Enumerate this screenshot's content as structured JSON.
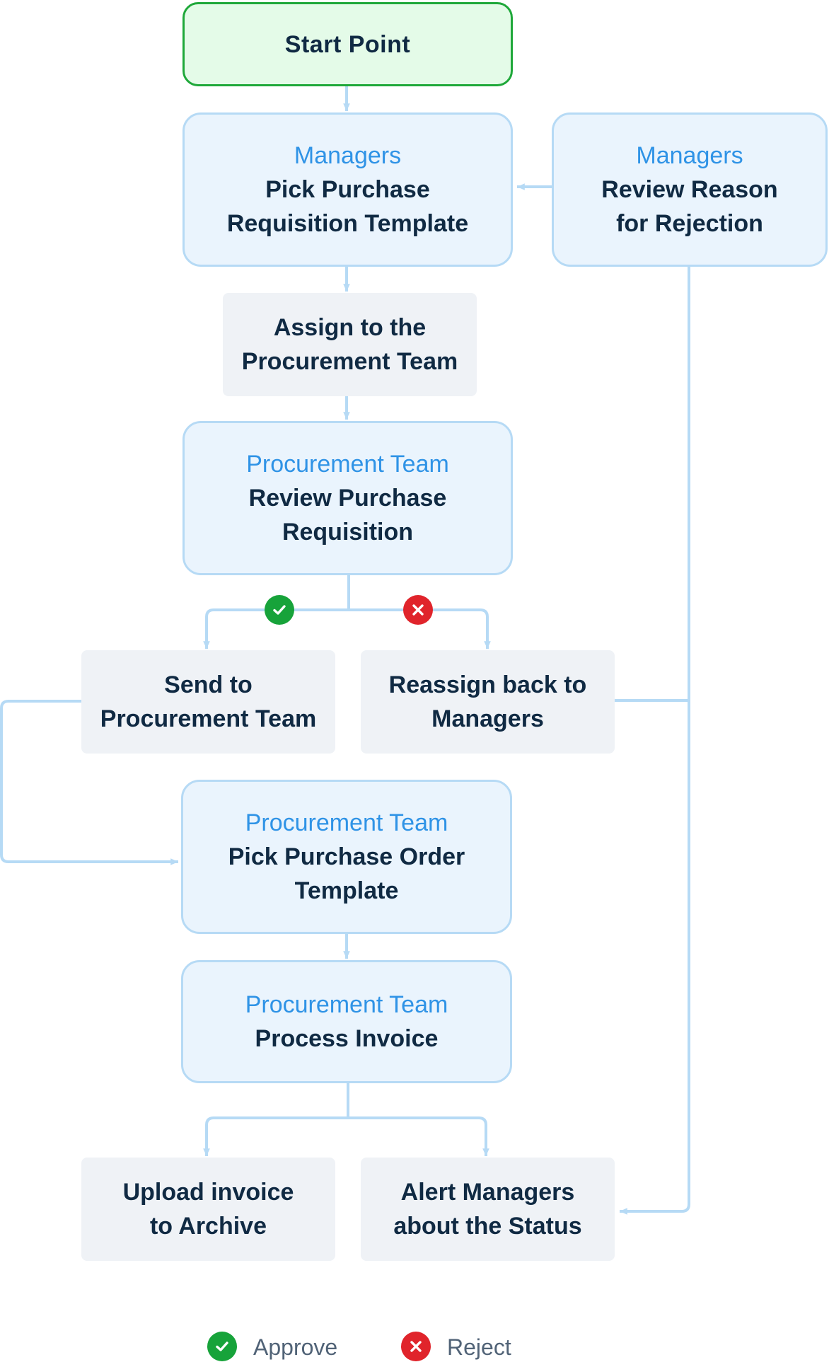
{
  "colors": {
    "connector": "#b6daf5",
    "approve": "#17a33a",
    "reject": "#e0242b",
    "role_label": "#2f93e6",
    "node_text": "#102a43",
    "start_fill": "#e4fbe8",
    "start_border": "#1fa83a",
    "role_fill": "#eaf4fd",
    "action_fill": "#eff2f6"
  },
  "nodes": {
    "start": {
      "text": "Start Point"
    },
    "pick_requisition": {
      "role": "Managers",
      "text": "Pick Purchase Requisition Template"
    },
    "review_rejection": {
      "role": "Managers",
      "text": "Review Reason for Rejection"
    },
    "assign_procurement": {
      "text": "Assign to the Procurement Team"
    },
    "review_requisition": {
      "role": "Procurement Team",
      "text": "Review Purchase Requisition"
    },
    "send_procurement": {
      "text": "Send to Procurement Team"
    },
    "reassign_managers": {
      "text": "Reassign back to Managers"
    },
    "pick_order": {
      "role": "Procurement Team",
      "text": "Pick Purchase Order Template"
    },
    "process_invoice": {
      "role": "Procurement Team",
      "text": "Process Invoice"
    },
    "upload_archive": {
      "text": "Upload invoice to Archive"
    },
    "alert_managers": {
      "text": "Alert Managers about the Status"
    }
  },
  "edges": [
    {
      "from": "start",
      "to": "pick_requisition"
    },
    {
      "from": "pick_requisition",
      "to": "assign_procurement"
    },
    {
      "from": "assign_procurement",
      "to": "review_requisition"
    },
    {
      "from": "review_requisition",
      "to": "send_procurement",
      "decision": "approve"
    },
    {
      "from": "review_requisition",
      "to": "reassign_managers",
      "decision": "reject"
    },
    {
      "from": "reassign_managers",
      "to": "review_rejection"
    },
    {
      "from": "review_rejection",
      "to": "pick_requisition"
    },
    {
      "from": "review_rejection",
      "to": "alert_managers"
    },
    {
      "from": "send_procurement",
      "to": "pick_order"
    },
    {
      "from": "pick_order",
      "to": "process_invoice"
    },
    {
      "from": "process_invoice",
      "to": "upload_archive"
    },
    {
      "from": "process_invoice",
      "to": "alert_managers"
    }
  ],
  "legend": {
    "approve": {
      "label": "Approve",
      "icon": "check-icon"
    },
    "reject": {
      "label": "Reject",
      "icon": "cross-icon"
    }
  }
}
